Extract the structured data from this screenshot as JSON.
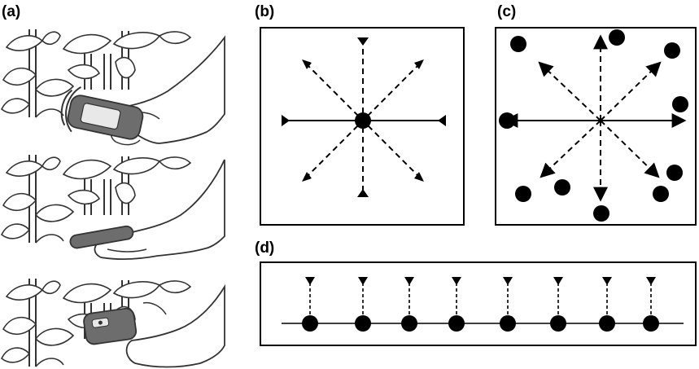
{
  "panels": {
    "a": {
      "label": "(a)"
    },
    "b": {
      "label": "(b)"
    },
    "c": {
      "label": "(c)"
    },
    "d": {
      "label": "(d)"
    }
  },
  "colors": {
    "ink": "#000000",
    "device_fill": "#6d6d6d",
    "device_light": "#e8e8e8",
    "plant_line": "#333333",
    "background": "#ffffff"
  },
  "icons": {
    "sensor_device": "handheld-sensor-icon",
    "plant": "plant-icon",
    "hand": "hand-icon",
    "sample_point": "filled-circle-icon",
    "measurement_direction": "triangle-marker-icon"
  },
  "panel_d": {
    "point_count": 8
  }
}
